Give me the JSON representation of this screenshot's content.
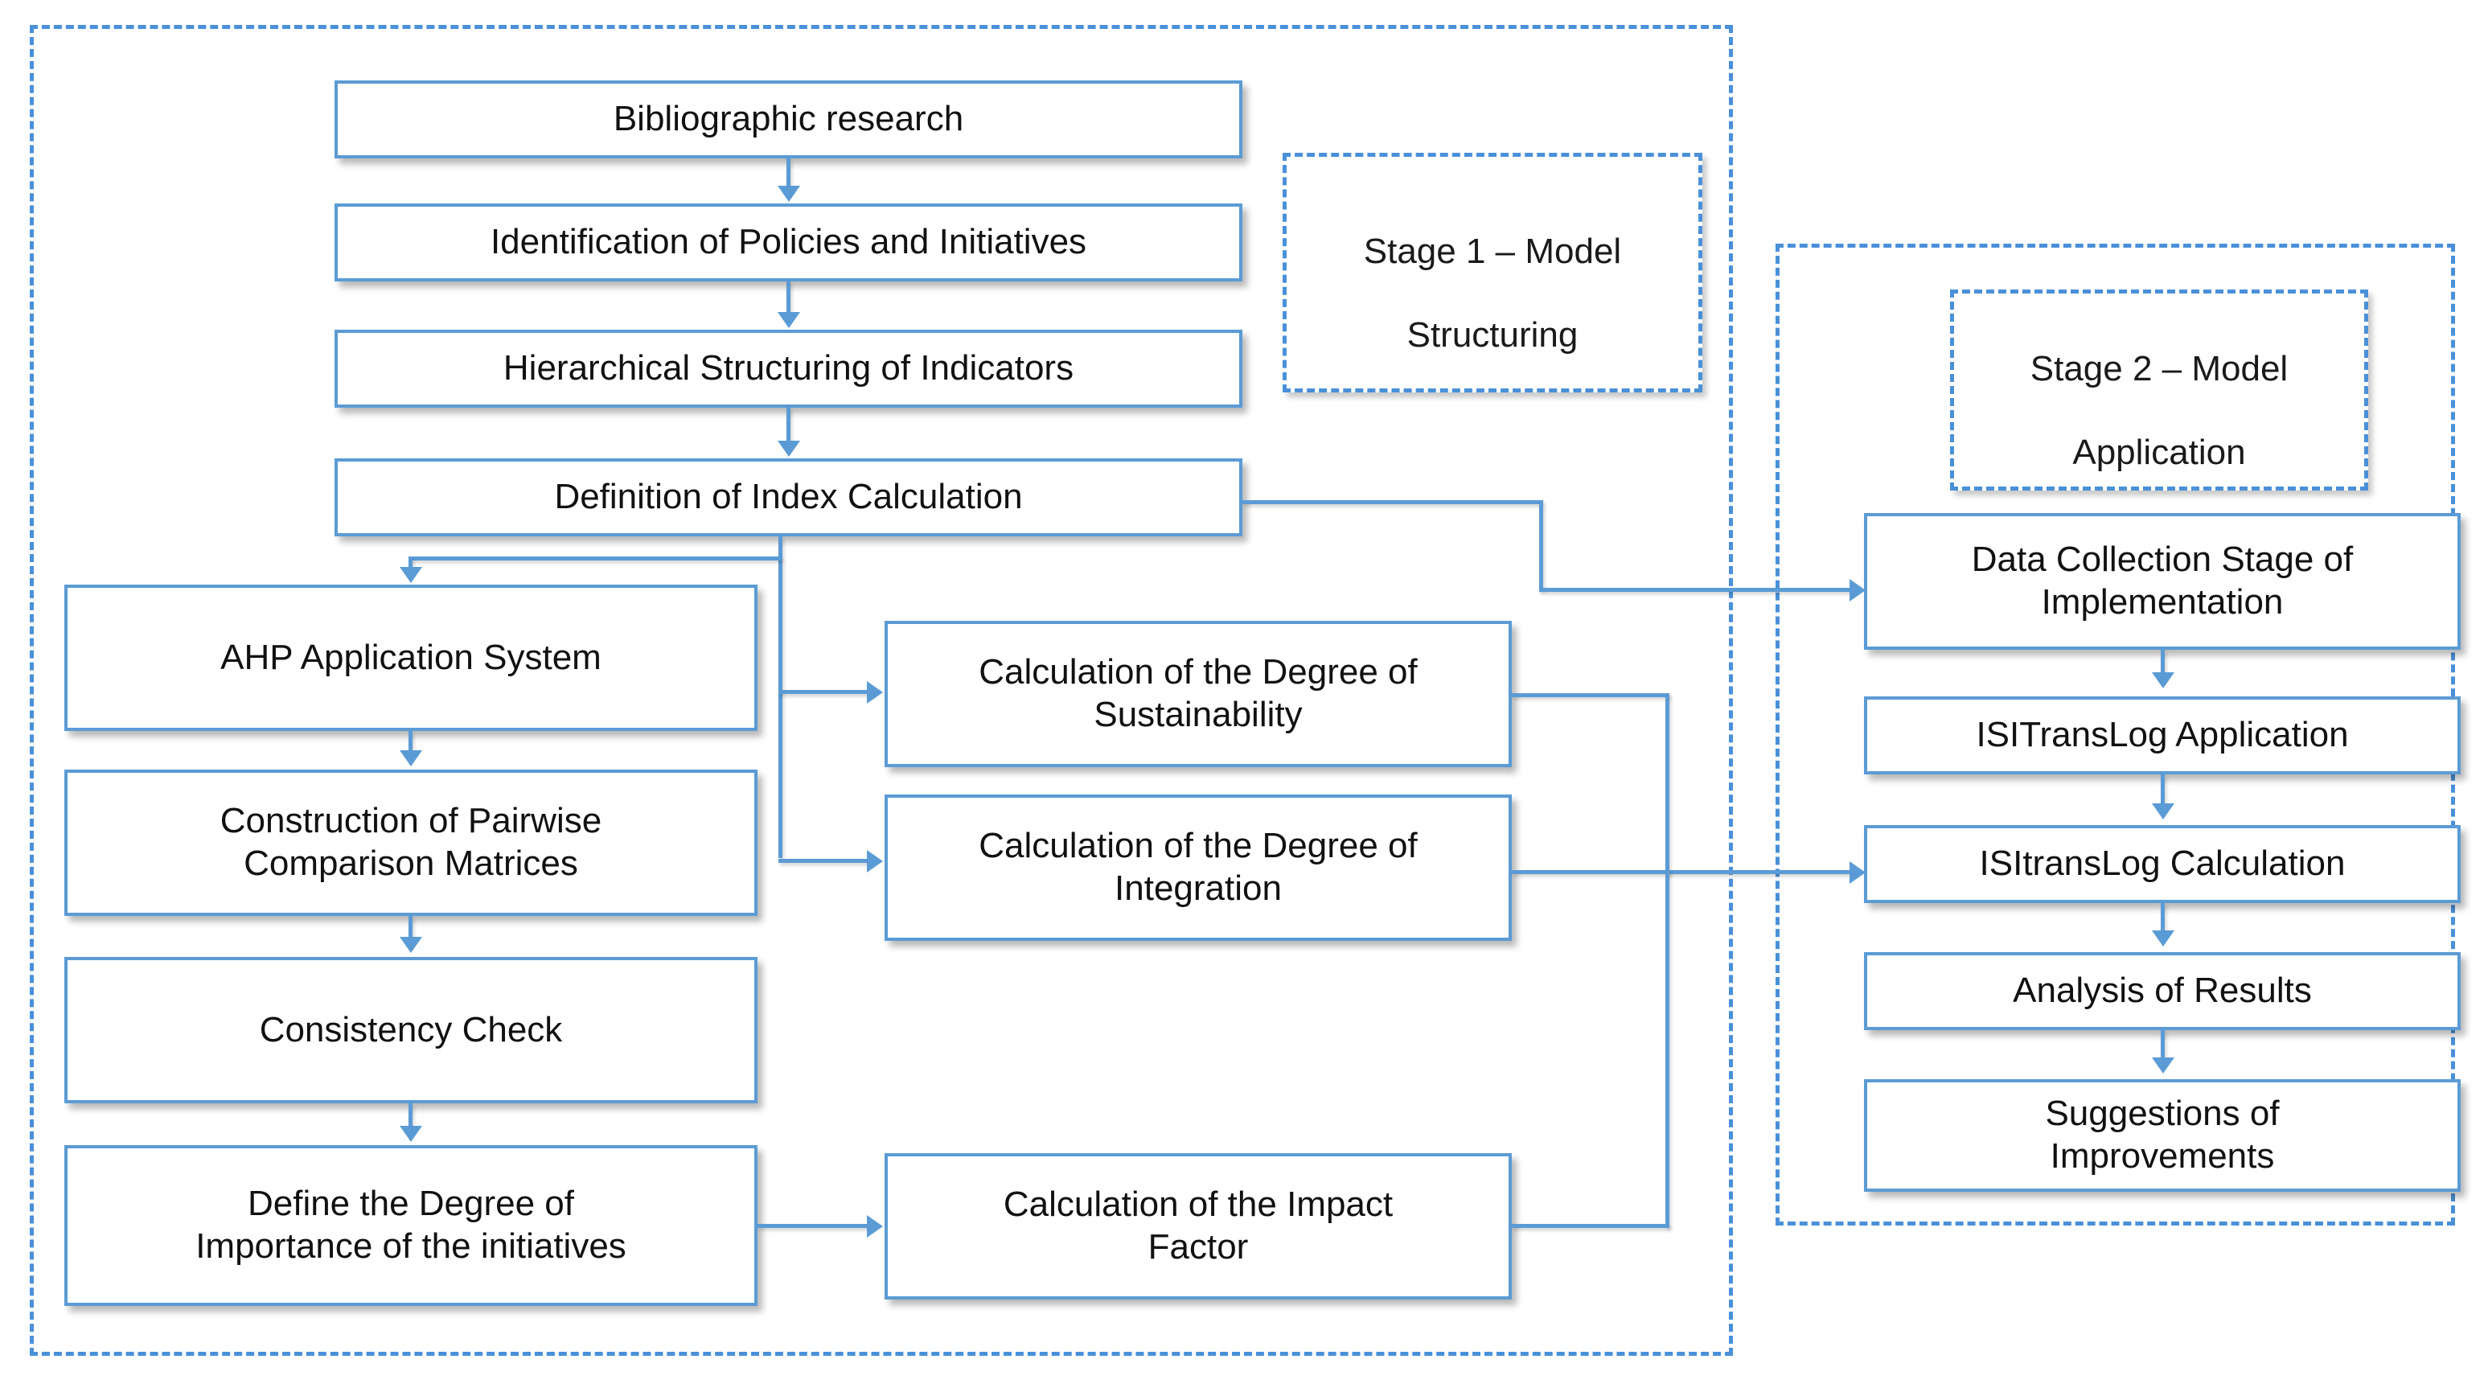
{
  "diagram": {
    "title": "Two-stage model flowchart",
    "accent_color": "#5b9bd5",
    "dashed_color": "#4a90d9",
    "background": "#ffffff"
  },
  "stages": [
    {
      "id": "stage-1",
      "label": "Stage 1 – Model Structuring",
      "label_line1": "Stage 1 – Model",
      "label_line2": "Structuring"
    },
    {
      "id": "stage-2",
      "label": "Stage 2 – Model Application",
      "label_line1": "Stage 2 – Model",
      "label_line2": "Application"
    }
  ],
  "nodes": {
    "bibliographic_research": "Bibliographic research",
    "identification_policies": "Identification of Policies and Initiatives",
    "hierarchical_structuring": "Hierarchical Structuring of Indicators",
    "definition_index": "Definition of Index Calculation",
    "ahp_application": "AHP Application System",
    "pairwise_matrices": "Construction of Pairwise\nComparison Matrices",
    "consistency_check": "Consistency Check",
    "degree_importance": "Define the Degree of\nImportance of the initiatives",
    "degree_sustainability": "Calculation of the Degree of\nSustainability",
    "degree_integration": "Calculation of the Degree of\nIntegration",
    "impact_factor": "Calculation of the Impact\nFactor",
    "data_collection": "Data Collection Stage of\nImplementation",
    "isitranslog_application": "ISITransLog Application",
    "isitranslog_calculation": "ISItransLog Calculation",
    "analysis_results": "Analysis of Results",
    "suggestions_improvements": "Suggestions of\nImprovements"
  }
}
